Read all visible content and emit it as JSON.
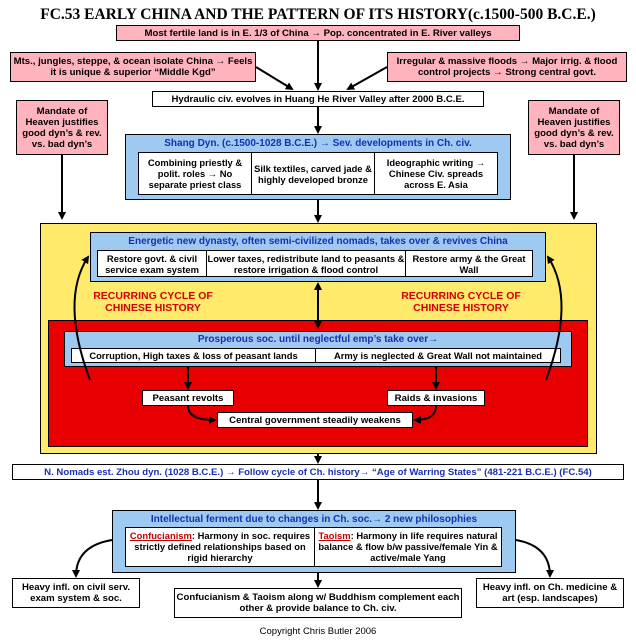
{
  "title": "FC.53 EARLY CHINA AND THE PATTERN OF ITS HISTORY(c.1500-500 B.C.E.)",
  "top_box": "Most fertile land is in E. 1/3 of China → Pop. concentrated in E. River valleys",
  "geo_left": "Mts., jungles, steppe, & ocean isolate China → Feels it is  unique & superior “Middle Kgd”",
  "geo_right": "Irregular & massive floods → Major irrig. & flood control projects → Strong central govt.",
  "hydraulic": "Hydraulic civ. evolves in Huang He River Valley after 2000 B.C.E.",
  "mandate_left": "Mandate of Heaven justifies good dyn’s & rev. vs. bad dyn’s",
  "mandate_right": "Mandate of Heaven justifies good dyn’s & rev. vs. bad dyn’s",
  "shang": {
    "header": "Shang Dyn. (c.1500-1028 B.C.E.) → Sev. developments in Ch. civ.",
    "cells": [
      "Combining priestly & polit. roles → No separate priest class",
      "Silk textiles, carved jade & highly developed bronze",
      "Ideographic writing → Chinese Civ. spreads across E. Asia"
    ]
  },
  "cycle": {
    "energetic_header": "Energetic new dynasty, often semi-civilized nomads, takes over & revives China",
    "energetic_cells": [
      "Restore govt. & civil service exam system",
      "Lower taxes, redistribute land to peasants & restore irrigation & flood control",
      "Restore army & the Great Wall"
    ],
    "label_left": "RECURRING CYCLE OF CHINESE HISTORY",
    "label_right": "RECURRING CYCLE OF CHINESE HISTORY",
    "prosperous_header": "Prosperous soc. until neglectful emp’s take over→",
    "prosperous_cells": [
      "Corruption, High taxes & loss of peasant lands",
      "Army is neglected & Great Wall not maintained"
    ],
    "peasant_revolts": "Peasant revolts",
    "raids": "Raids & invasions",
    "weakens": "Central government steadily weakens"
  },
  "nomads": "N. Nomads est. Zhou dyn. (1028 B.C.E.) → Follow cycle of Ch. history→ “Age of Warring States” (481-221 B.C.E.) (FC.54)",
  "ferment": {
    "header": "Intellectual ferment due to changes in Ch. soc.→ 2 new philosophies",
    "conf_term": "Confucianism",
    "conf_text": ": Harmony in soc. requires strictly defined relationships based on rigid hierarchy",
    "tao_term": "Taoism",
    "tao_text": ": Harmony in life requires natural balance & flow b/w passive/female Yin & active/male Yang"
  },
  "infl_left": "Heavy infl. on civil serv. exam system & soc.",
  "infl_right": "Heavy infl. on Ch. medicine & art (esp. landscapes)",
  "infl_bottom": "Confucianism & Taoism along w/ Buddhism complement each other &  provide balance to Ch. civ.",
  "copyright": "Copyright Chris Butler 2006",
  "colors": {
    "pink": "#ffb3bd",
    "blue": "#9ec9f0",
    "yellow": "#ffea6b",
    "red": "#e80000",
    "header_blue": "#1a2fb0",
    "cycle_red": "#d40000"
  }
}
